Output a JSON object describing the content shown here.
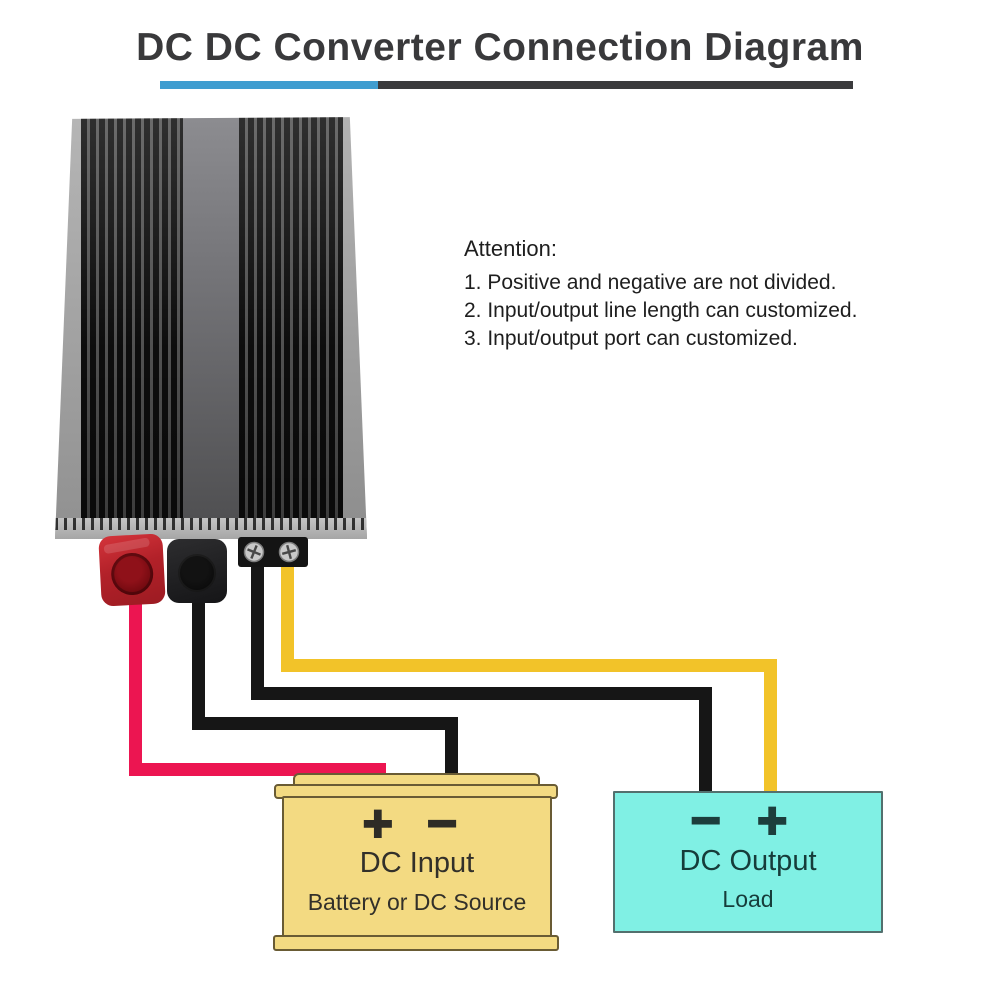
{
  "header": {
    "title": "DC DC Converter Connection Diagram",
    "underline_blue": "#3f9dd0",
    "underline_dark": "#3b3b3d"
  },
  "attention": {
    "heading": "Attention:",
    "items": [
      "1. Positive and negative are not divided.",
      "2. Input/output line length can customized.",
      "3. Input/output port can customized."
    ]
  },
  "wires": {
    "red": "#ec1551",
    "black": "#161616",
    "yellow": "#f2c329"
  },
  "dc_input": {
    "plus": "+",
    "minus": "−",
    "title": "DC Input",
    "subtitle": "Battery or DC Source",
    "fill": "#f3da82"
  },
  "dc_output": {
    "minus": "−",
    "plus": "+",
    "title": "DC Output",
    "subtitle": "Load",
    "fill": "#80f0e4"
  }
}
